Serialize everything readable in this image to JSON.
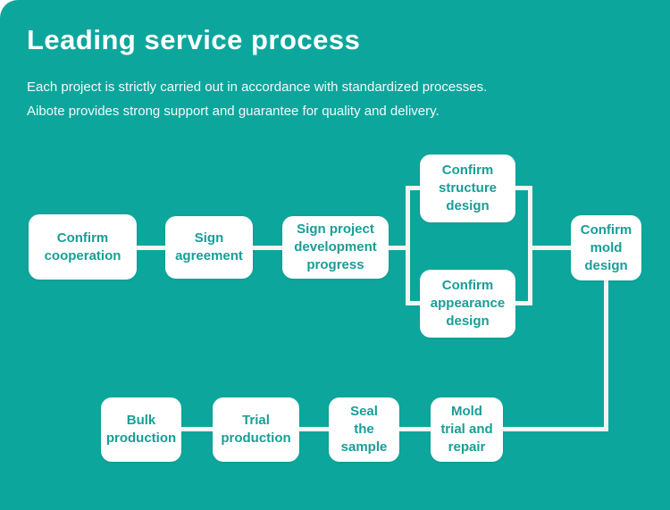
{
  "colors": {
    "panel_bg": "#0da69c",
    "box_bg": "#ffffff",
    "box_text": "#189e97",
    "line": "#f5f5f1",
    "title_text": "#ffffff"
  },
  "header": {
    "title": "Leading service process",
    "subtitle_line1": "Each project is strictly carried out in accordance with standardized processes.",
    "subtitle_line2": "Aibote provides strong support and guarantee for quality and delivery."
  },
  "flow": {
    "nodes": [
      {
        "id": "confirm-cooperation",
        "label": "Confirm\ncooperation"
      },
      {
        "id": "sign-agreement",
        "label": "Sign\nagreement"
      },
      {
        "id": "sign-project-development-progress",
        "label": "Sign project\ndevelopment\nprogress"
      },
      {
        "id": "confirm-structure-design",
        "label": "Confirm\nstructure\ndesign"
      },
      {
        "id": "confirm-appearance-design",
        "label": "Confirm\nappearance\ndesign"
      },
      {
        "id": "confirm-mold-design",
        "label": "Confirm\nmold\ndesign"
      },
      {
        "id": "bulk-production",
        "label": "Bulk\nproduction"
      },
      {
        "id": "trial-production",
        "label": "Trial\nproduction"
      },
      {
        "id": "seal-the-sample",
        "label": "Seal\nthe\nsample"
      },
      {
        "id": "mold-trial-and-repair",
        "label": "Mold\ntrial and\nrepair"
      }
    ]
  }
}
